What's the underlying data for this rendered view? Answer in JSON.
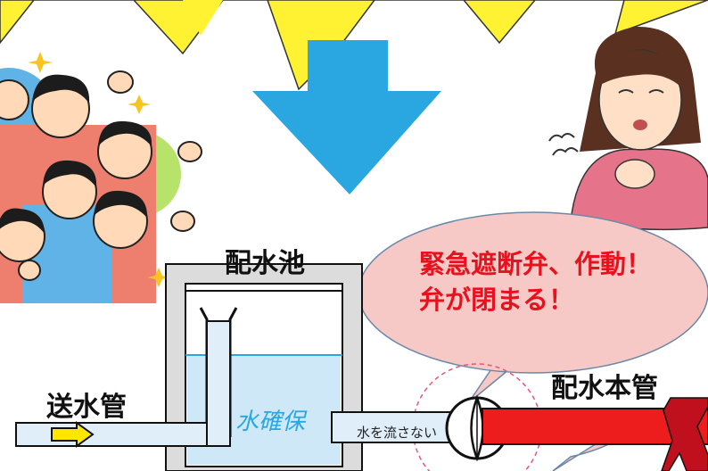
{
  "labels": {
    "reservoir": "配水池",
    "inlet_pipe": "送水管",
    "main_pipe": "配水本管",
    "water_secured": "水確保",
    "no_flow": "水を流さない"
  },
  "speech_bubble": {
    "line1": "緊急遮断弁、作動！",
    "line2": "弁が閉まる！"
  },
  "colors": {
    "burst": "#fff233",
    "arrow": "#2aa6e0",
    "water": "#cfe8f8",
    "bubble": "#f7c9c6",
    "alert_text": "#e8121e",
    "main_pipe": "#ee1d1d"
  },
  "icons": [
    "starburst-icon",
    "down-arrow-icon",
    "valve-icon",
    "x-mark-icon",
    "flow-arrow-icon"
  ]
}
